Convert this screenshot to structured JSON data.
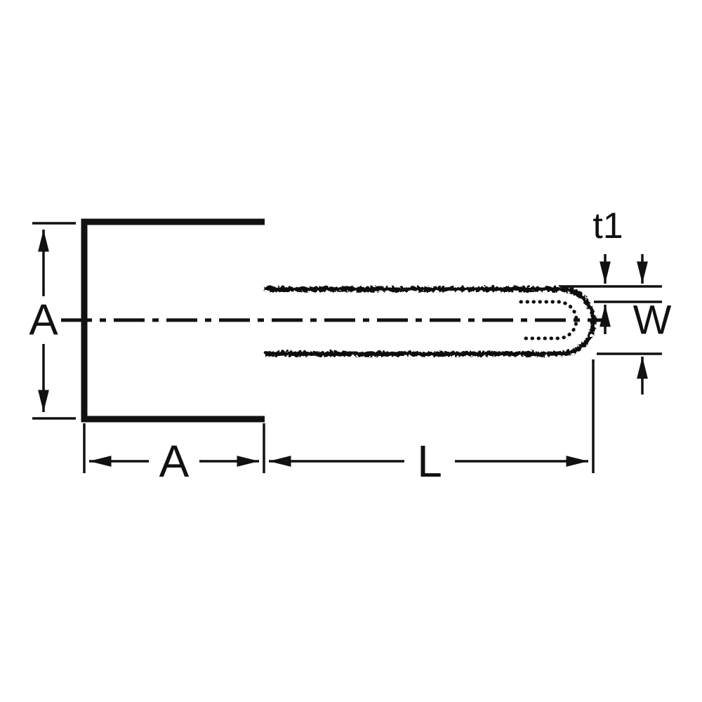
{
  "diagram": {
    "type": "technical-drawing",
    "labels": {
      "height_A": "A",
      "flange_length_A": "A",
      "length_L": "L",
      "wall_thickness_t1": "t1",
      "width_W": "W"
    },
    "colors": {
      "line": "#111111",
      "background": "#ffffff"
    }
  }
}
